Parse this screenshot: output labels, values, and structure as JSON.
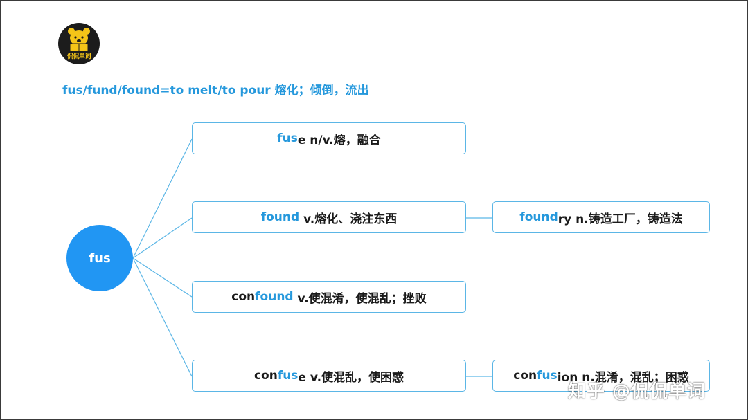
{
  "logo": {
    "icon": "bear-reading-book-icon",
    "text": "侃侃单词"
  },
  "headline": "fus/fund/found=to melt/to pour 熔化；倾倒，流出",
  "root": {
    "label": "fus"
  },
  "nodes": [
    {
      "id": "fuse",
      "hl": "fus",
      "rest": "e n/v.熔，融合"
    },
    {
      "id": "found",
      "hl": "found",
      "rest": " v.熔化、浇注东西"
    },
    {
      "id": "confound",
      "pre": "con",
      "hl": "found",
      "rest": " v.使混淆，使混乱；挫败"
    },
    {
      "id": "confuse",
      "pre": "con",
      "hl": "fus",
      "rest": "e v.使混乱，使困惑"
    },
    {
      "id": "foundry",
      "hl": "found",
      "rest": "ry n.铸造工厂，铸造法"
    },
    {
      "id": "confusion",
      "pre": "con",
      "hl": "fus",
      "rest": "ion n.混淆，混乱；困惑"
    }
  ],
  "watermark": "知乎 @侃侃单词",
  "colors": {
    "accent": "#2598dc",
    "root": "#2196f3",
    "border": "#5bb6e6"
  }
}
